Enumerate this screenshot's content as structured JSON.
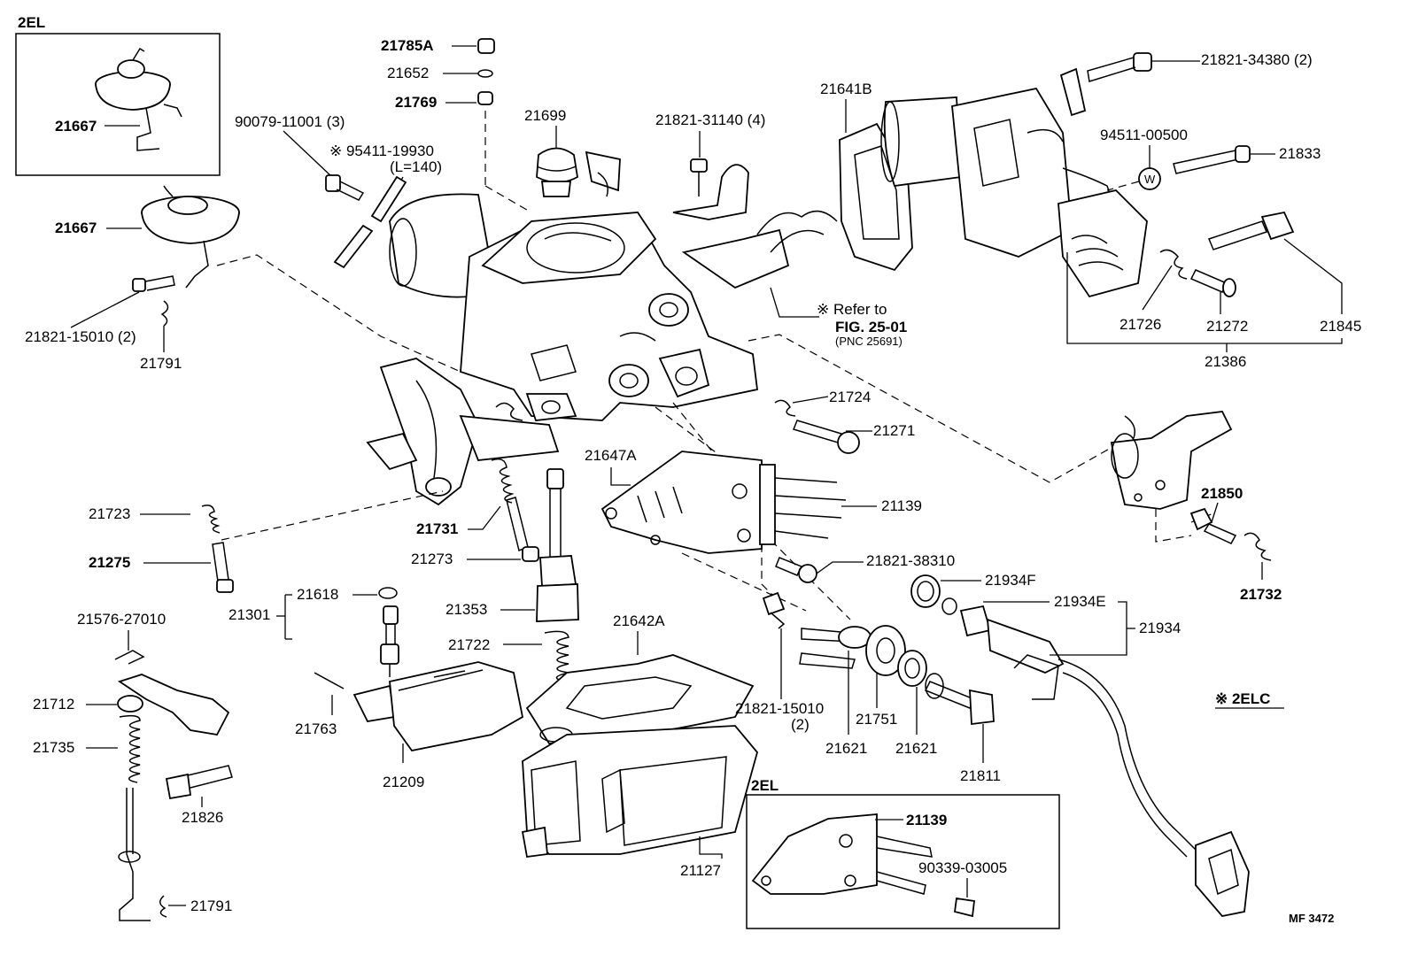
{
  "boxes": {
    "top_left_variant": "2EL",
    "bottom_variant": "2EL",
    "note_2elc": "※ 2ELC"
  },
  "labels": {
    "p21667_box": "21667",
    "p21667": "21667",
    "p21821_15010_left": "21821-15010 (2)",
    "p21791_top": "21791",
    "p90079": "90079-11001 (3)",
    "p95411": "※ 95411-19930",
    "p95411_len": "(L=140)",
    "p21785A": "21785A",
    "p21652": "21652",
    "p21769": "21769",
    "p21699": "21699",
    "p21821_31140": "21821-31140 (4)",
    "p21641B": "21641B",
    "refer_1": "※ Refer to",
    "refer_2": "FIG. 25-01",
    "refer_3": "(PNC 25691)",
    "p21821_34380": "21821-34380 (2)",
    "p94511": "94511-00500",
    "washer_mark": "W",
    "p21833": "21833",
    "p21726": "21726",
    "p21272": "21272",
    "p21845": "21845",
    "p21386": "21386",
    "p21724": "21724",
    "p21271": "21271",
    "p21647A": "21647A",
    "p21139": "21139",
    "p21850": "21850",
    "p21732": "21732",
    "p21723": "21723",
    "p21275": "21275",
    "p21731": "21731",
    "p21273": "21273",
    "p21821_38310": "21821-38310",
    "p21934F": "21934F",
    "p21934E": "21934E",
    "p21934": "21934",
    "p21301": "21301",
    "p21618": "21618",
    "p21353": "21353",
    "p21576": "21576-27010",
    "p21722": "21722",
    "p21642A": "21642A",
    "p21712": "21712",
    "p21735": "21735",
    "p21763": "21763",
    "p21821_15010_bottom": "21821-15010",
    "p21821_15010_bottom_qty": "(2)",
    "p21621_a": "21621",
    "p21751": "21751",
    "p21621_b": "21621",
    "p21811": "21811",
    "p21826": "21826",
    "p21209": "21209",
    "p21127": "21127",
    "p21139_box": "21139",
    "p90339": "90339-03005",
    "p21791_bottom": "21791",
    "figure_id": "MF 3472"
  }
}
